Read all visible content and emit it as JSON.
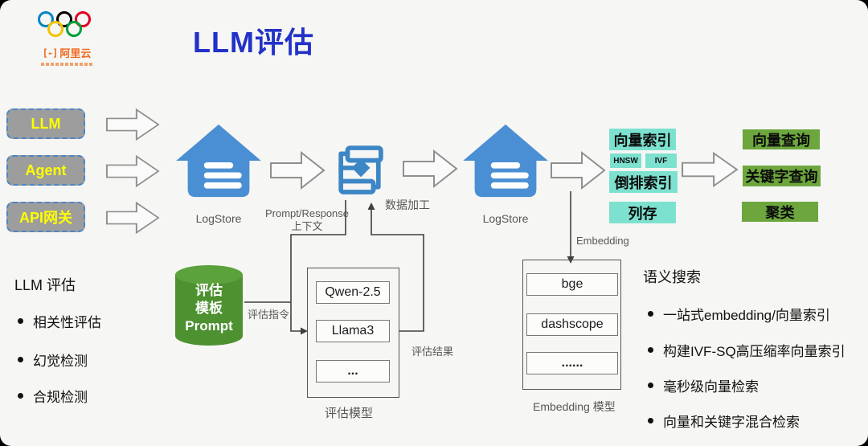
{
  "title": "LLM评估",
  "logo": {
    "brand": "阿里云",
    "bracket": "[-]"
  },
  "sources": {
    "items": [
      "LLM",
      "Agent",
      "API网关"
    ]
  },
  "pipeline": {
    "logstore1_label": "LogStore",
    "logstore2_label": "LogStore",
    "prompt_response_label": "Prompt/Response",
    "context_label": "上下文",
    "data_processing_label": "数据加工",
    "embedding_label": "Embedding"
  },
  "index_chips": {
    "vector_index": "向量索引",
    "hnsw": "HNSW",
    "ivf": "IVF",
    "inverted_index": "倒排索引",
    "column_store": "列存"
  },
  "query_chips": {
    "vector_query": "向量查询",
    "keyword_query": "关键字查询",
    "clustering": "聚类"
  },
  "eval": {
    "cylinder_lines": [
      "评估",
      "模板",
      "Prompt"
    ],
    "instruction_label": "评估指令",
    "result_label": "评估结果",
    "models": [
      "Qwen-2.5",
      "Llama3",
      "..."
    ],
    "models_caption": "评估模型"
  },
  "embedding": {
    "models": [
      "bge",
      "dashscope",
      "......"
    ],
    "caption": "Embedding 模型"
  },
  "left_panel": {
    "heading": "LLM 评估",
    "items": [
      "相关性评估",
      "幻觉检测",
      "合规检测"
    ]
  },
  "right_panel": {
    "heading": "语义搜索",
    "items": [
      "一站式embedding/向量索引",
      "构建IVF-SQ高压缩率向量索引",
      "毫秒级向量检索",
      "向量和关键字混合检索"
    ]
  },
  "colors": {
    "title_blue": "#2231c8",
    "chip_cyan": "#7de1cf",
    "chip_green": "#6ca63d",
    "house_blue": "#4a8fd3",
    "flow_blue": "#3d86c6",
    "cylinder_green": "#4d9130",
    "source_yellow": "#ffff00"
  }
}
